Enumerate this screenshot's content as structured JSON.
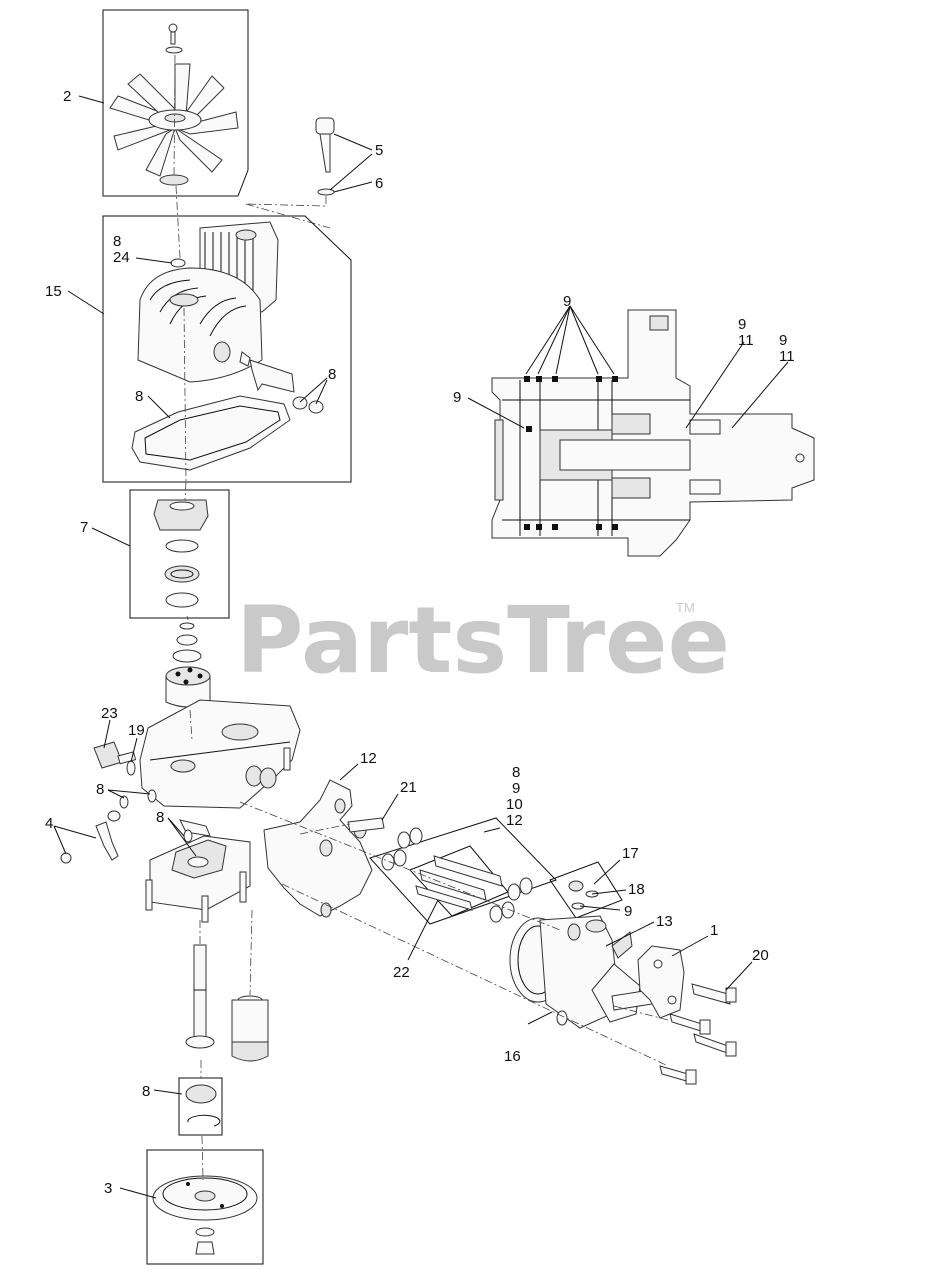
{
  "watermark": {
    "brand": "PartsTree",
    "trademark": "TM"
  },
  "callouts": {
    "c1": "1",
    "c2": "2",
    "c3": "3",
    "c4": "4",
    "c5": "5",
    "c6": "6",
    "c7": "7",
    "c8a": "8",
    "c24": "24",
    "c15": "15",
    "c8b": "8",
    "c8c": "8",
    "c9a": "9",
    "c9b": "9",
    "c11a": "11",
    "c9c": "9",
    "c11b": "11",
    "c9d": "9",
    "c23": "23",
    "c19": "19",
    "c8d": "8",
    "c8e": "8",
    "c12a": "12",
    "c21": "21",
    "c8f": "8",
    "c9e": "9",
    "c10": "10",
    "c12b": "12",
    "c17": "17",
    "c18": "18",
    "c9f": "9",
    "c13": "13",
    "c20": "20",
    "c22": "22",
    "c16": "16",
    "c8g": "8"
  }
}
